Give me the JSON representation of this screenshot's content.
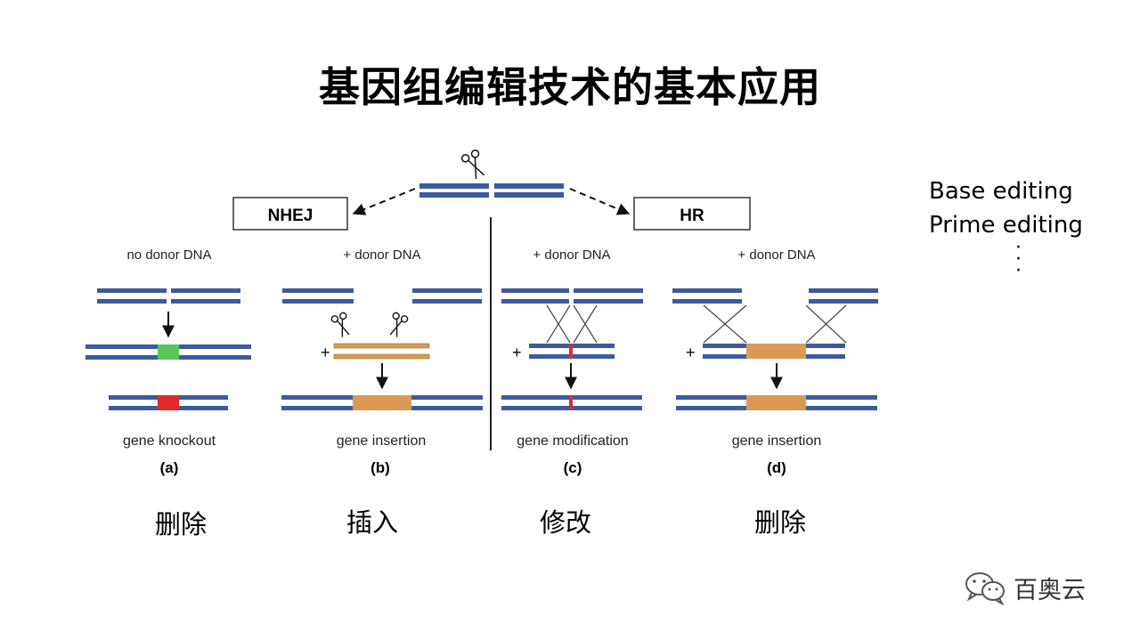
{
  "title": "基因组编辑技术的基本应用",
  "diagram": {
    "nhej_label": "NHEJ",
    "hr_label": "HR",
    "panels": [
      {
        "donor": "no donor DNA",
        "result": "gene knockout",
        "letter": "(a)",
        "cn": "删除"
      },
      {
        "donor": "+ donor DNA",
        "result": "gene insertion",
        "letter": "(b)",
        "cn": "插入"
      },
      {
        "donor": "+ donor DNA",
        "result": "gene modification",
        "letter": "(c)",
        "cn": "修改"
      },
      {
        "donor": "+ donor DNA",
        "result": "gene insertion",
        "letter": "(d)",
        "cn": "删除"
      }
    ],
    "plus": "+"
  },
  "side_list": [
    "Base editing",
    "Prime editing"
  ],
  "side_ellipsis": "·\n·\n·",
  "watermark": "百奥云",
  "colors": {
    "dna_blue": "#3d5a9e",
    "insert_orange": "#d99a55",
    "indel_green": "#5cc45c",
    "mutation_red": "#e02a2a"
  }
}
